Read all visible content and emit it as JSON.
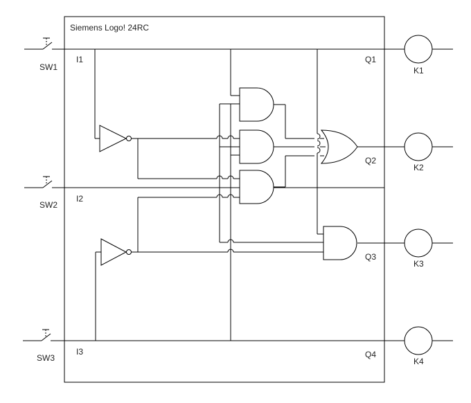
{
  "title": "Siemens Logo! 24RC",
  "inputs": {
    "i1": "I1",
    "i2": "I2",
    "i3": "I3"
  },
  "outputs": {
    "q1": "Q1",
    "q2": "Q2",
    "q3": "Q3",
    "q4": "Q4"
  },
  "switches": {
    "sw1": "SW1",
    "sw2": "SW2",
    "sw3": "SW3"
  },
  "relays": {
    "k1": "K1",
    "k2": "K2",
    "k3": "K3",
    "k4": "K4"
  }
}
